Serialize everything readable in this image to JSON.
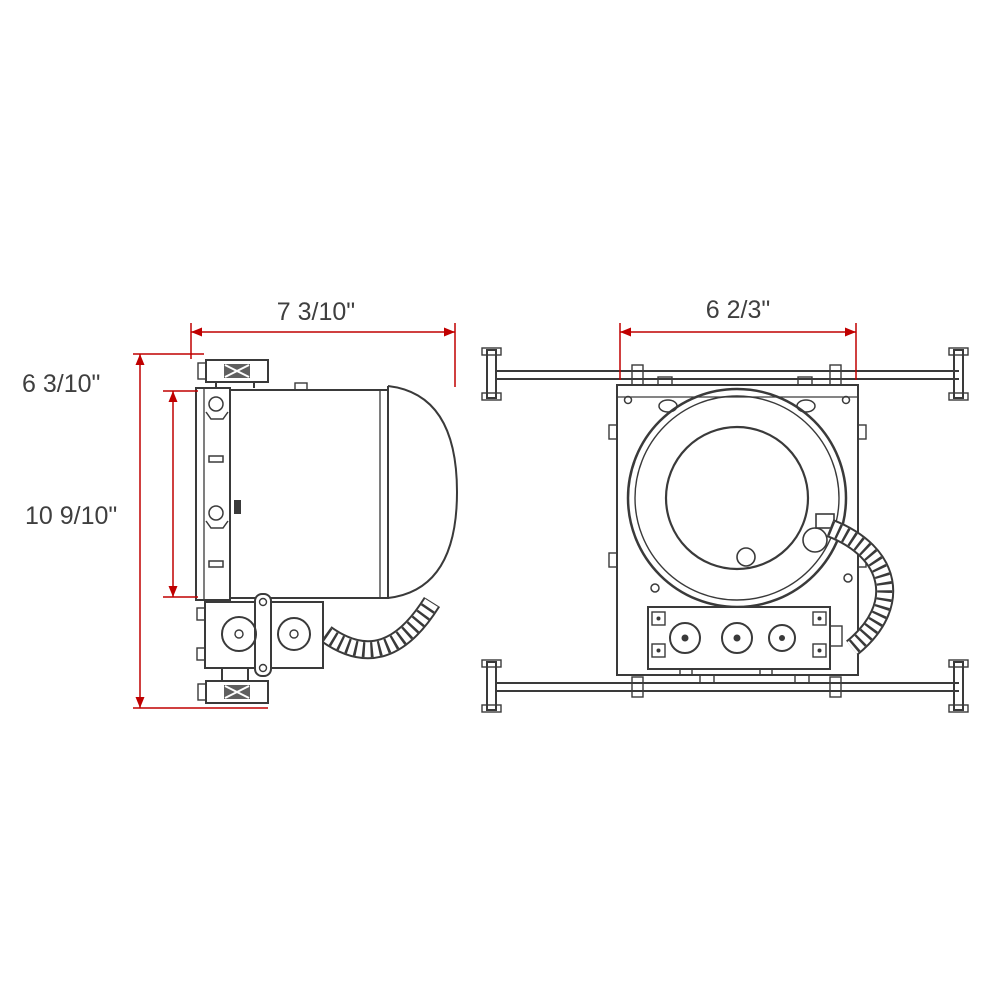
{
  "diagram": {
    "colors": {
      "dimension_lines": "#c00000",
      "drawing_lines": "#3a3a3a",
      "label_text": "#3f3f3f"
    }
  },
  "dims": {
    "side_width": "7 3/10\"",
    "side_inner_height": "6 3/10\"",
    "side_overall_height": "10 9/10\"",
    "top_width": "6 2/3\""
  }
}
